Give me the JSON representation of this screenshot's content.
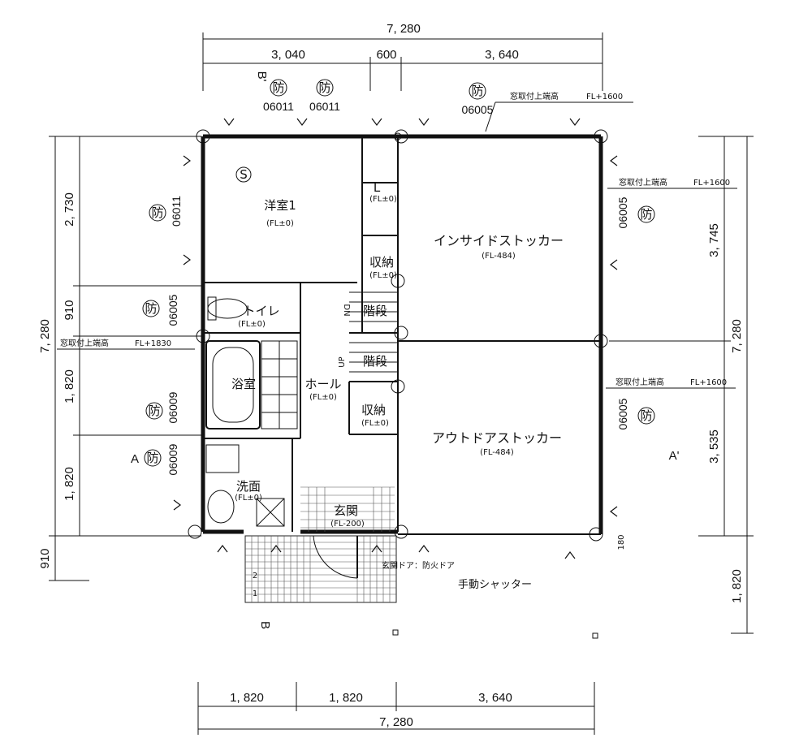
{
  "dimensions": {
    "top_total": "7, 280",
    "top_segments": [
      "3, 040",
      "600",
      "3, 640"
    ],
    "bottom_segments": [
      "1, 820",
      "1, 820",
      "3, 640"
    ],
    "bottom_total": "7, 280",
    "left_segments": [
      "2, 730",
      "910",
      "1, 820",
      "1, 820"
    ],
    "left_total": "7, 280",
    "left_extra": "910",
    "right_segments": [
      "3, 745",
      "3, 535"
    ],
    "right_total": "7, 280",
    "right_extra": "1, 820",
    "right_small": "180"
  },
  "rooms": {
    "western_room": {
      "name": "洋室1",
      "level": "(FL±0)"
    },
    "inside_stocker": {
      "name": "インサイドストッカー",
      "level": "(FL-484)"
    },
    "storage_top": {
      "name": "収納",
      "level": "(FL±0)"
    },
    "toilet": {
      "name": "トイレ",
      "level": "(FL±0)"
    },
    "stairs_down": {
      "name": "階段",
      "tag": "DN"
    },
    "stairs_up": {
      "name": "階段",
      "tag": "UP"
    },
    "bath": {
      "name": "浴室"
    },
    "hall": {
      "name": "ホール",
      "level": "(FL±0)"
    },
    "storage_mid": {
      "name": "収納",
      "level": "(FL±0)"
    },
    "outdoor_stocker": {
      "name": "アウトドアストッカー",
      "level": "(FL-484)"
    },
    "washroom": {
      "name": "洗面",
      "level": "(FL±0)"
    },
    "entrance": {
      "name": "玄関",
      "level": "(FL-200)"
    },
    "closet_small": {
      "name": "L",
      "level": "(FL±0)"
    }
  },
  "windows": {
    "fire_mark": "防",
    "codes": [
      "06011",
      "06011",
      "06005",
      "06011",
      "06005",
      "06005",
      "06009",
      "06009",
      "06005"
    ]
  },
  "notes": {
    "sill_label": "窓取付上端高",
    "sill_fl1600": "FL+1600",
    "sill_fl1830": "FL+1830",
    "entrance_door": "玄関ドア：防火ドア",
    "shutter": "手動シャッター",
    "section_a": "A",
    "section_a_prime": "A'",
    "section_b": "B",
    "section_b_prime": "B'",
    "step_1": "1",
    "step_2": "2",
    "sink_mark": "S"
  }
}
